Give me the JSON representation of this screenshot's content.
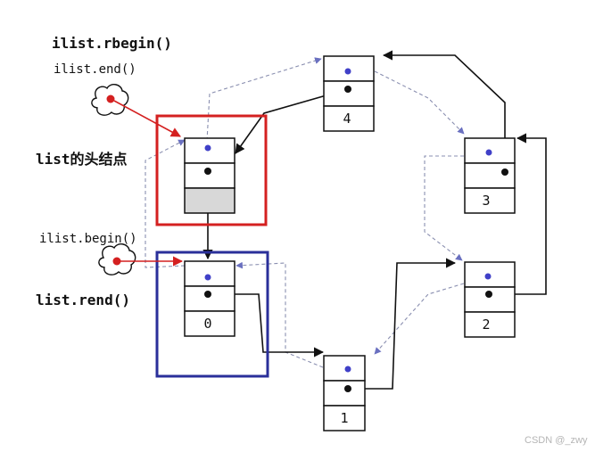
{
  "labels": {
    "rbegin": "ilist.rbegin()",
    "end": "ilist.end()",
    "head": "list的头结点",
    "begin": "ilist.begin()",
    "rend": "list.rend()"
  },
  "nodes": {
    "n0": "0",
    "n1": "1",
    "n2": "2",
    "n3": "3",
    "n4": "4"
  },
  "watermark": "CSDN @_zwy",
  "colors": {
    "head_frame": "#d42020",
    "begin_frame": "#2a2f9a",
    "iterator_arrow": "#d42020",
    "prev_pointer": "#8a8fb0",
    "prev_dot": "#4040c8",
    "next_pointer": "#111111",
    "head_shade": "#d8d8d8"
  }
}
